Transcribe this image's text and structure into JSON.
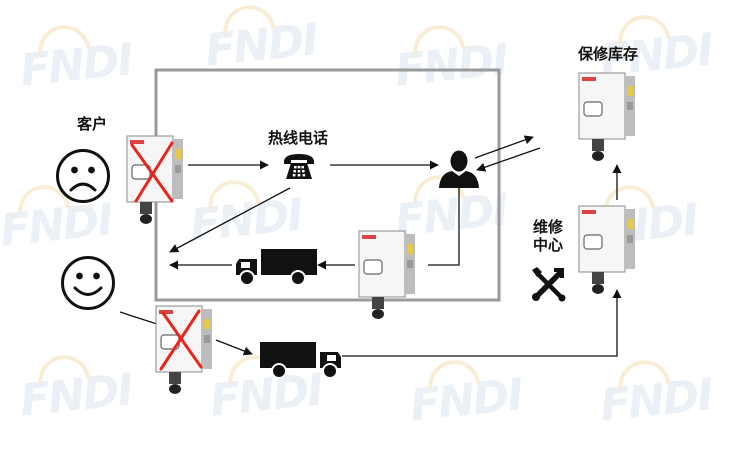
{
  "watermark": "FNDI",
  "labels": {
    "customer": "客户",
    "hotline": "热线电话",
    "spare_stock": "保修库存",
    "repair_center_line1": "维修",
    "repair_center_line2": "中心"
  },
  "icons": {
    "sad_face": "sad-face-icon",
    "happy_face": "happy-face-icon",
    "telephone": "telephone-icon",
    "person": "person-icon",
    "truck": "truck-icon",
    "repair_tools": "tools-icon",
    "faulty_mark": "red-cross-icon"
  },
  "colors": {
    "arrow": "#111111",
    "frame": "#9a9a9a",
    "faulty_cross": "#e8261d",
    "watermark_text": "#d9e4ef",
    "watermark_arc": "#f3dcae"
  }
}
